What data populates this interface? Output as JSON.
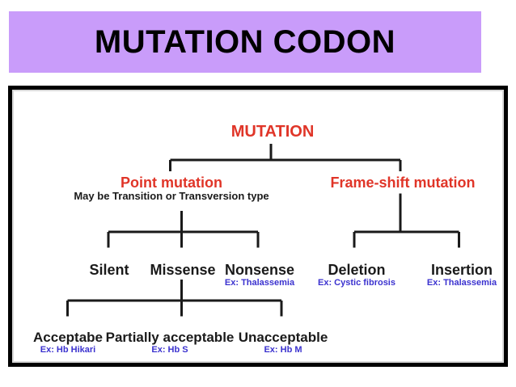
{
  "slide": {
    "title": "MUTATION CODON",
    "title_bg_color": "#c99cfa",
    "title_text_color": "#000000"
  },
  "diagram": {
    "type": "hierarchy-tree",
    "colors": {
      "root_and_branch_red": "#e03528",
      "leaf_black": "#1a1a1a",
      "example_blue": "#3b32cf",
      "connector_black": "#1a1a1a",
      "frame_black": "#000000",
      "canvas_white": "#ffffff"
    },
    "root": {
      "label": "MUTATION"
    },
    "level2": [
      {
        "label": "Point mutation",
        "subtitle": "May be Transition or Transversion type"
      },
      {
        "label": "Frame-shift mutation",
        "subtitle": ""
      }
    ],
    "level3_point": [
      {
        "label": "Silent",
        "example": ""
      },
      {
        "label": "Missense",
        "example": ""
      },
      {
        "label": "Nonsense",
        "example": "Ex: Thalassemia"
      }
    ],
    "level3_frameshift": [
      {
        "label": "Deletion",
        "example": "Ex: Cystic fibrosis"
      },
      {
        "label": "Insertion",
        "example": "Ex: Thalassemia"
      }
    ],
    "level4_missense": [
      {
        "label": "Acceptabe",
        "example": "Ex: Hb Hikari"
      },
      {
        "label": "Partially acceptable",
        "example": "Ex: Hb S"
      },
      {
        "label": "Unacceptable",
        "example": "Ex: Hb M"
      }
    ]
  }
}
